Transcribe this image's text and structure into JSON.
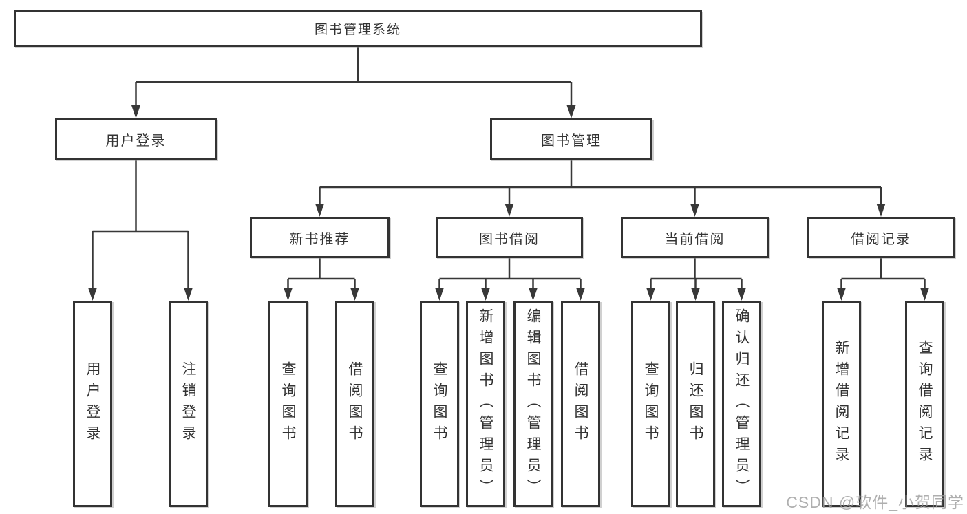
{
  "title": "图书管理系统",
  "level2": {
    "user_login": "用户登录",
    "book_mgmt": "图书管理"
  },
  "level3": {
    "new_book_rec": "新书推荐",
    "book_borrow": "图书借阅",
    "current_borrow": "当前借阅",
    "borrow_records": "借阅记录"
  },
  "leaves": {
    "user_login_leaf": "用户登录",
    "logout": "注销登录",
    "rec_query_book": "查询图书",
    "rec_borrow_book": "借阅图书",
    "bor_query_book": "查询图书",
    "bor_add_book": "新增图书（管理员）",
    "bor_edit_book": "编辑图书（管理员）",
    "bor_borrow_book": "借阅图书",
    "cur_query_book": "查询图书",
    "cur_return_book": "归还图书",
    "cur_confirm_return": "确认归还（管理员）",
    "rec_add_record": "新增借阅记录",
    "rec_query_record": "查询借阅记录"
  },
  "watermark": "CSDN @软件_小贺同学",
  "colors": {
    "line": "#383838",
    "box_border": "#333333",
    "text": "#333333",
    "background": "#ffffff",
    "watermark": "#9e9e9e"
  }
}
